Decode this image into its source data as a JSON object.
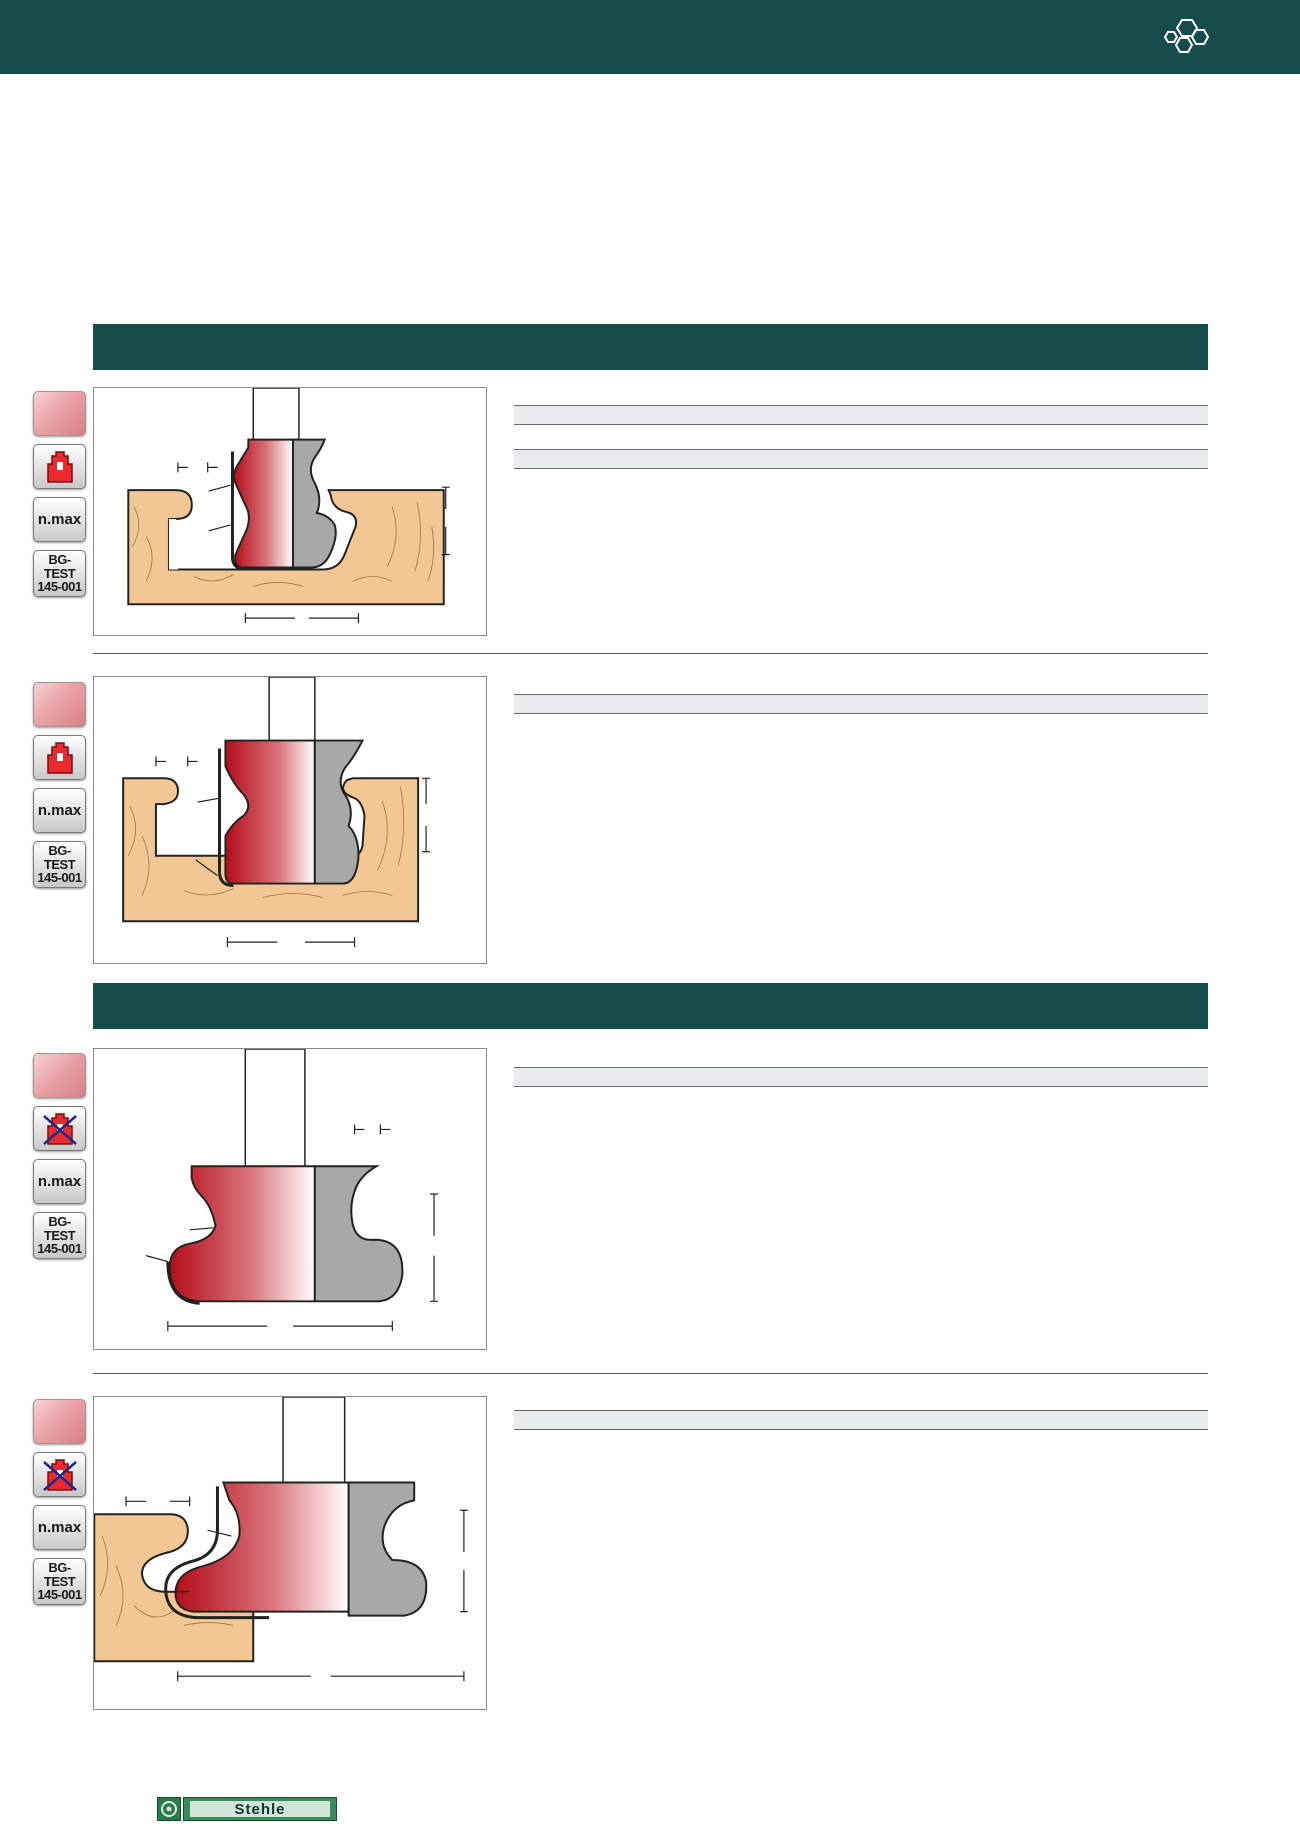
{
  "header": {
    "logo_icon": "hexagon-cluster-icon",
    "background": "#164c4c"
  },
  "icons": {
    "tool_color": "#e4a1a5",
    "nmax_label": "n.max",
    "bg_test_label_line1": "BG-TEST",
    "bg_test_label_line2": "145-001"
  },
  "colors": {
    "band": "#164c4c",
    "cutter_red": "#c0141e",
    "cutter_grey": "#a8a8a8",
    "wood": "#f3c793"
  },
  "footer": {
    "brand": "Stehle"
  }
}
